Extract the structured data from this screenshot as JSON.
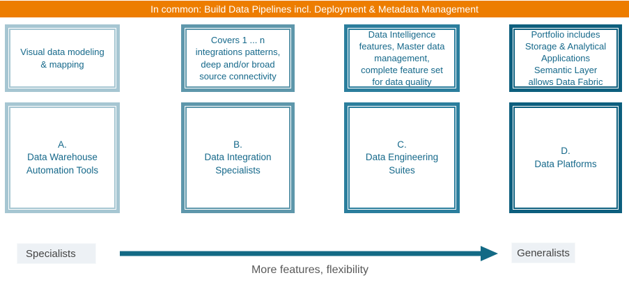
{
  "header": {
    "text": "In common: Build Data Pipelines incl. Deployment & Metadata Management",
    "background_color": "#ED7D00",
    "text_color": "#FFFFFF"
  },
  "columns": [
    {
      "letter": "A.",
      "name": "Data Warehouse\nAutomation Tools",
      "feature_text": "Visual data modeling\n& mapping",
      "border_color": "#A6C6D2"
    },
    {
      "letter": "B.",
      "name": "Data Integration\nSpecialists",
      "feature_text": "Covers 1 ... n\nintegrations patterns,\ndeep and/or broad\nsource connectivity",
      "border_color": "#5E97AB"
    },
    {
      "letter": "C.",
      "name": "Data Engineering\nSuites",
      "feature_text": "Data Intelligence\nfeatures, Master data\nmanagement,\ncomplete feature set\nfor data quality",
      "border_color": "#2B7E9D"
    },
    {
      "letter": "D.",
      "name": "Data Platforms",
      "feature_text": "Portfolio includes\nStorage & Analytical\nApplications\nSemantic Layer\nallows Data Fabric",
      "border_color": "#0D5F7E"
    }
  ],
  "box_text_color": "#15688A",
  "footer": {
    "left_label": "Specialists",
    "right_label": "Generalists",
    "caption": "More features, flexibility",
    "arrow_color": "#136A85",
    "label_background": "#EDF1F5",
    "label_text_color": "#444444",
    "caption_color": "#595959"
  }
}
